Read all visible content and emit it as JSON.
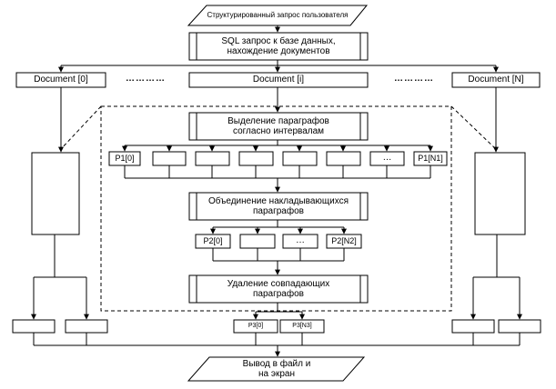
{
  "input": {
    "text": "Структурированный запрос пользователя"
  },
  "sql": {
    "line1": "SQL запрос к базе данных,",
    "line2": "нахождение документов"
  },
  "documents": {
    "first": "Document [0]",
    "middle": "Document [i]",
    "last": "Document [N]"
  },
  "gap": {
    "left": "…………",
    "right": "…………"
  },
  "paragraphs": {
    "line1": "Выделение параграфов",
    "line2": "согласно интервалам"
  },
  "p1": {
    "first": "P1[0]",
    "ellipsis": "…",
    "last": "P1[N1]"
  },
  "merge": {
    "line1": "Объединение накладывающихся",
    "line2": "параграфов"
  },
  "p2": {
    "first": "P2[0]",
    "ellipsis": "…",
    "last": "P2[N2]"
  },
  "dedupe": {
    "line1": "Удаление совпадающих",
    "line2": "параграфов"
  },
  "p3": {
    "first": "P3[0]",
    "last": "P3[N3]"
  },
  "output": {
    "line1": "Вывод в файл и",
    "line2": "на экран"
  }
}
